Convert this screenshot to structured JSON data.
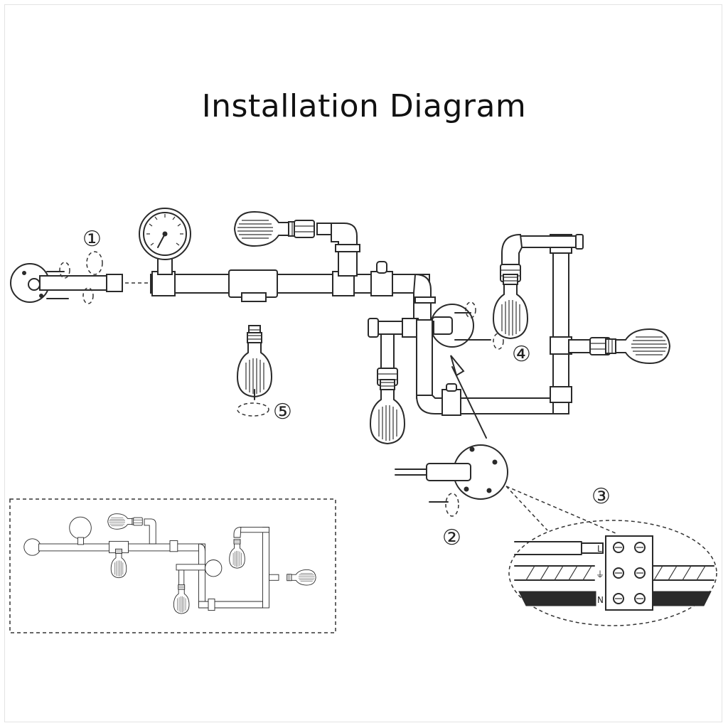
{
  "title": "Installation Diagram",
  "steps": [
    "①",
    "②",
    "③",
    "④",
    "⑤"
  ],
  "terminal_labels": [
    "L",
    "⏚",
    "N"
  ],
  "colors": {
    "line": "#2a2a2a",
    "background": "#ffffff"
  },
  "icons": [
    "pressure-gauge-icon",
    "edison-bulb-icon",
    "wall-flange-icon",
    "terminal-block-icon",
    "pipe-fitting-icon"
  ]
}
